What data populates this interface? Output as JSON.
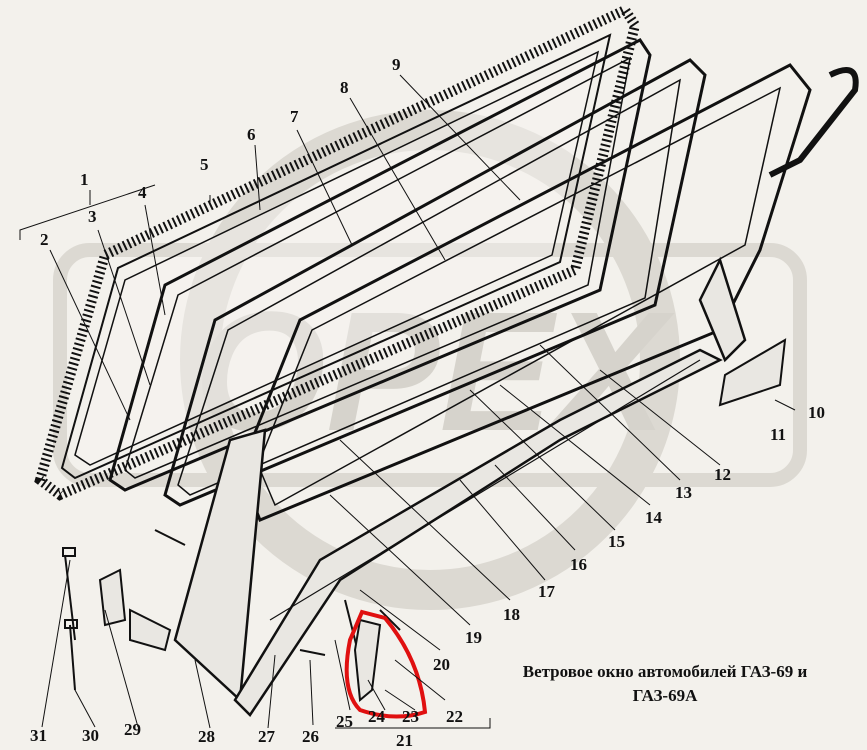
{
  "caption": {
    "line1": "Ветровое окно автомобилей ГАЗ-69 и",
    "line2": "ГАЗ-69А"
  },
  "watermark": "OPEX",
  "callouts": [
    "1",
    "2",
    "3",
    "4",
    "5",
    "6",
    "7",
    "8",
    "9",
    "10",
    "11",
    "12",
    "13",
    "14",
    "15",
    "16",
    "17",
    "18",
    "19",
    "20",
    "21",
    "22",
    "23",
    "24",
    "25",
    "26",
    "27",
    "28",
    "29",
    "30",
    "31"
  ],
  "colors": {
    "line": "#111111",
    "highlight": "#e01010",
    "background": "#f3f1ec",
    "watermark": "#d6d3cc"
  }
}
